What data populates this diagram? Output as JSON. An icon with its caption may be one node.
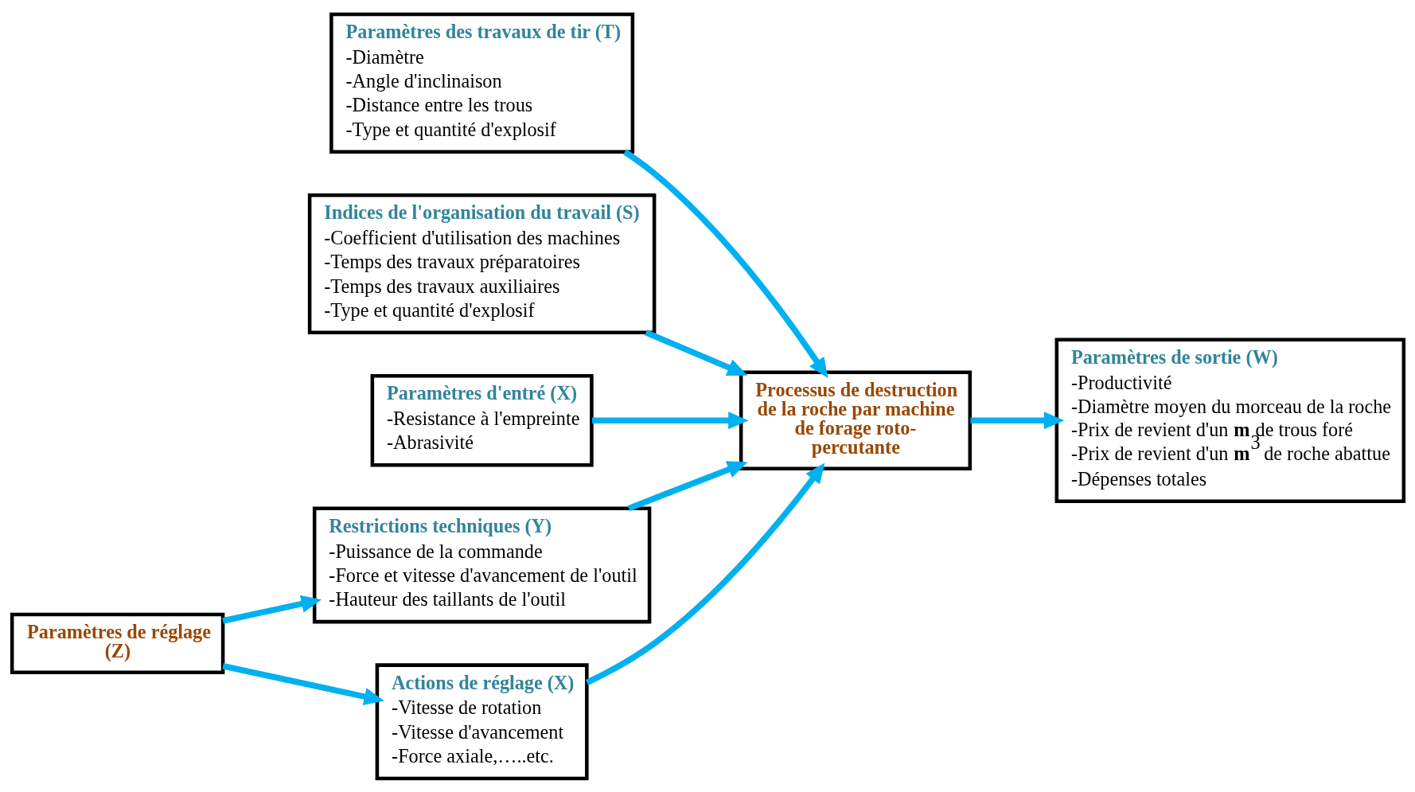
{
  "diagram": {
    "nodes": [
      {
        "text": [
          "Paramètres des travaux de tir (T)",
          "-Diamètre",
          "-Angle d'inclinaison",
          "-Distance entre les trous",
          "-Type et quantité d'explosif"
        ]
      },
      {
        "text": [
          "Indices de l'organisation du travail (S)",
          "-Coefficient d'utilisation des machines",
          "-Temps des travaux préparatoires",
          "-Temps des travaux auxiliaires",
          "-Type et quantité d'explosif"
        ]
      },
      {
        "text": [
          "Paramètres d'entré (X)",
          "-Resistance à l'empreinte",
          "-Abrasivité"
        ]
      },
      {
        "text": [
          "Processus de destruction de la roche par machine de forage roto-percutante"
        ]
      },
      {
        "text": [
          "Paramètres de sortie (W)",
          "-Productivité",
          "-Diamètre moyen du morceau de la roche",
          "-Prix de revient d'un **m** de trous foré",
          "-Prix de revient d'un **m**$^{3}$ de roche abattue",
          "-Dépenses totales"
        ]
      },
      {
        "text": [
          "Restrictions techniques (Y)",
          "-Puissance de la commande",
          "-Force et vitesse d'avancement de l'outil",
          "-Hauteur des taillants de l'outil"
        ]
      },
      {
        "text": [
          "Paramètres de réglage (Z)"
        ]
      },
      {
        "text": [
          "Actions de réglage (X)",
          "-Vitesse de rotation",
          "-Vitesse d'avancement",
          "-Force axiale,…..etc."
        ]
      }
    ],
    "edges": [
      {
        "from": 0,
        "to": 3,
        "arrow": "to"
      },
      {
        "from": 1,
        "to": 3,
        "arrow": "to"
      },
      {
        "from": 2,
        "to": 3,
        "arrow": "to"
      },
      {
        "from": 3,
        "to": 4,
        "arrow": "to"
      },
      {
        "from": 5,
        "to": 3,
        "arrow": "to"
      },
      {
        "from": 7,
        "to": 3,
        "arrow": "to"
      },
      {
        "from": 6,
        "to": 5,
        "arrow": "to"
      },
      {
        "from": 6,
        "to": 7,
        "arrow": "to"
      }
    ]
  }
}
